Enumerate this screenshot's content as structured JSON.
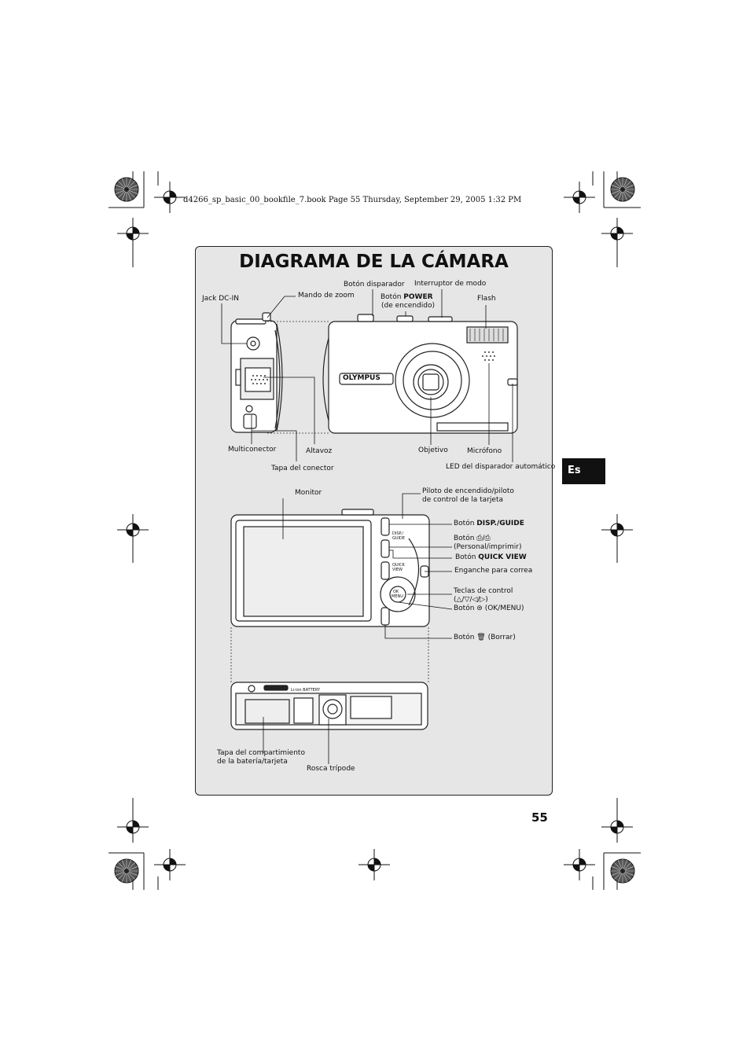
{
  "header": {
    "file_line": "d4266_sp_basic_00_bookfile_7.book  Page 55  Thursday, September 29, 2005  1:32 PM"
  },
  "title": "DIAGRAMA DE LA CÁMARA",
  "language_tab": "Es",
  "page_number": "55",
  "brand": "OLYMPUS",
  "labels": {
    "boton_disparador": "Botón disparador",
    "interruptor_modo": "Interruptor de modo",
    "jack_dcin": "Jack DC-IN",
    "mando_zoom": "Mando de zoom",
    "boton_power_prefix": "Botón ",
    "boton_power_bold": "POWER",
    "boton_power_sub": "(de encendido)",
    "flash": "Flash",
    "multiconector": "Multiconector",
    "altavoz": "Altavoz",
    "objetivo": "Objetivo",
    "microfono": "Micrófono",
    "tapa_conector": "Tapa del conector",
    "led_disparador": "LED del disparador automático",
    "monitor": "Monitor",
    "piloto_1": "Piloto de encendido/piloto",
    "piloto_2": "de control de la tarjeta",
    "disp_prefix": "Botón ",
    "disp_bold": "DISP./GUIDE",
    "personal_prefix": "Botón  ",
    "personal_sub": "(Personal/imprimir)",
    "quick_prefix": "Botón ",
    "quick_bold": "QUICK VIEW",
    "enganche": "Enganche para correa",
    "teclas_1": "Teclas de control",
    "teclas_2": "(△/▽/◁/▷)",
    "ok_prefix": "Botón ",
    "ok_suffix": " (OK/MENU)",
    "borrar_prefix": "Botón ",
    "borrar_suffix": " (Borrar)",
    "tapa_bateria_1": "Tapa del compartimiento",
    "tapa_bateria_2": "de la batería/tarjeta",
    "rosca_tripode": "Rosca trípode"
  },
  "camera_back": {
    "disp_label": "DISP./\nGUIDE",
    "quick_label": "QUICK\nVIEW",
    "ok_label": "OK\nMENU"
  },
  "camera_bottom": {
    "battery_text": "Li-ion BATTERY"
  },
  "colors": {
    "panel": "#e6e6e6",
    "tab": "#111111",
    "line": "#222222"
  }
}
